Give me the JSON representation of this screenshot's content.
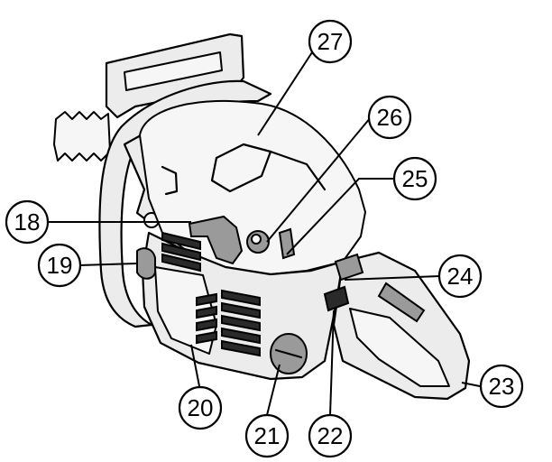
{
  "callouts": [
    {
      "id": "c27",
      "label": "27"
    },
    {
      "id": "c26",
      "label": "26"
    },
    {
      "id": "c25",
      "label": "25"
    },
    {
      "id": "c18",
      "label": "18"
    },
    {
      "id": "c19",
      "label": "19"
    },
    {
      "id": "c24",
      "label": "24"
    },
    {
      "id": "c20",
      "label": "20"
    },
    {
      "id": "c21",
      "label": "21"
    },
    {
      "id": "c22",
      "label": "22"
    },
    {
      "id": "c23",
      "label": "23"
    }
  ]
}
